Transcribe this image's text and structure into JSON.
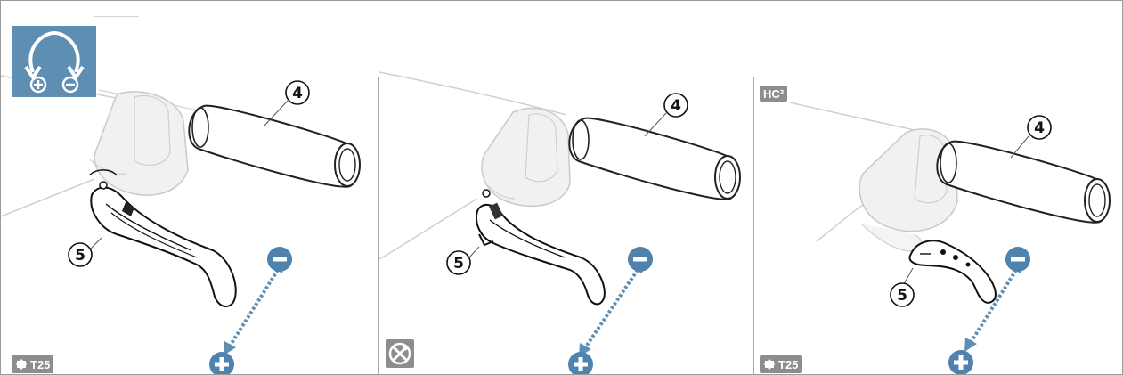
{
  "panels": [
    {
      "part_label": "4",
      "lever_label": "5",
      "tool_label": "T25"
    },
    {
      "part_label": "4",
      "lever_label": "5",
      "tool_icon": "wrench-screwdriver-icon"
    },
    {
      "header_badge": "HC³",
      "part_label": "4",
      "lever_label": "5",
      "tool_label": "T25"
    }
  ],
  "adjust_icon": "reach-adjust-plus-minus-icon",
  "colors": {
    "accent_blue": "#5f8eb3",
    "badge_gray": "#8d8d8d",
    "line_art": "#222222"
  },
  "symbols": {
    "plus": "+",
    "minus": "−"
  }
}
